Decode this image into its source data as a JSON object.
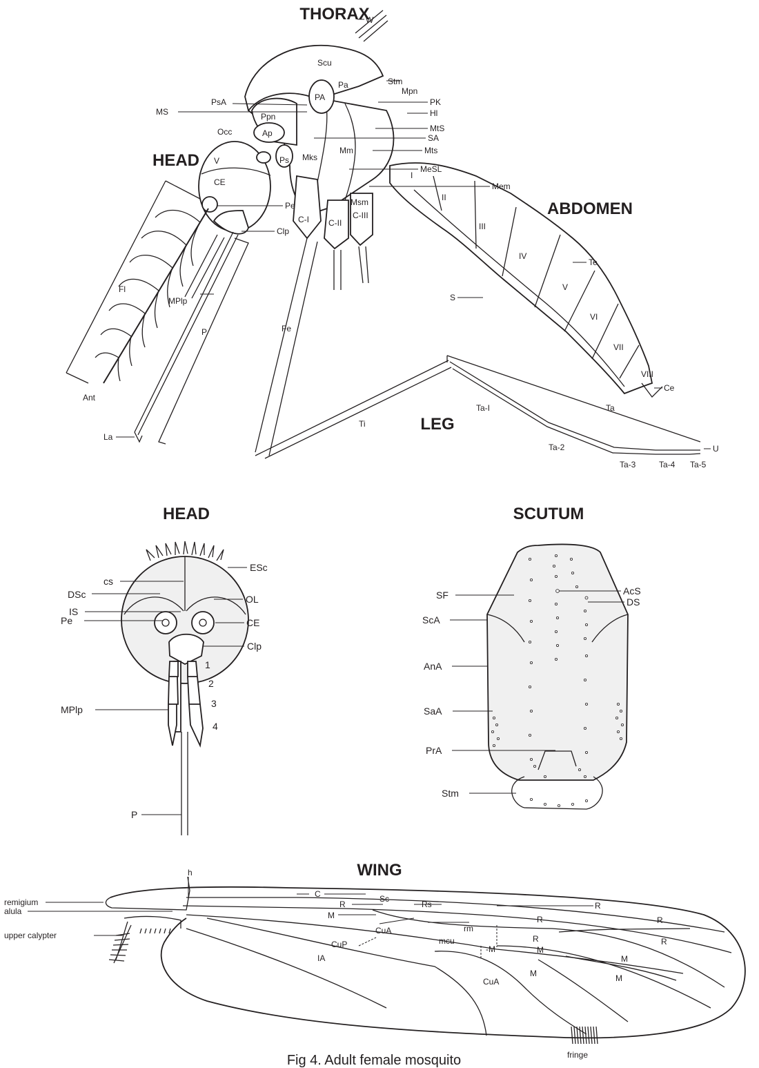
{
  "sections": {
    "thorax": "THORAX",
    "head_lateral": "HEAD",
    "abdomen": "ABDOMEN",
    "leg": "LEG",
    "head_front": "HEAD",
    "scutum": "SCUTUM",
    "wing": "WING"
  },
  "caption": "Fig 4. Adult female mosquito",
  "lateral_labels": {
    "W": "W",
    "Scu": "Scu",
    "Stm": "Stm",
    "Mpn": "Mpn",
    "Pa": "Pa",
    "PsA": "PsA",
    "PK": "PK",
    "MS": "MS",
    "Hl": "Hl",
    "Ppn": "Ppn",
    "PA": "PA",
    "MtS": "MtS",
    "Occ": "Occ",
    "Ap": "Ap",
    "SA": "SA",
    "Mts": "Mts",
    "V": "V",
    "Mm": "Mm",
    "Mks": "Mks",
    "MeSL": "MeSL",
    "CE": "CE",
    "Ps": "Ps",
    "I": "I",
    "Mem": "Mem",
    "Pe": "Pe",
    "II": "II",
    "C-I": "C-I",
    "C-II": "C-II",
    "C-III": "C-III",
    "Msm": "Msm",
    "III": "III",
    "Clp": "Clp",
    "IV": "IV",
    "Te": "Te",
    "Fl": "Fl",
    "V_seg": "V",
    "S": "S",
    "VI": "VI",
    "MPlp": "MPlp",
    "Fe": "Fe",
    "P": "P",
    "VII": "VII",
    "VIII": "VIII",
    "Ce": "Ce",
    "Ant": "Ant",
    "Ta-1": "Ta-I",
    "Ta": "Ta",
    "Ti": "Ti",
    "La": "La",
    "Ta-2": "Ta-2",
    "U": "U",
    "Ta-3": "Ta-3",
    "Ta-4": "Ta-4",
    "Ta-5": "Ta-5"
  },
  "head_labels": {
    "ESc": "ESc",
    "cs": "cs",
    "DSc": "DSc",
    "OL": "OL",
    "IS": "IS",
    "CE": "CE",
    "Pe": "Pe",
    "Clp": "Clp",
    "n1": "1",
    "n2": "2",
    "MPlp": "MPlp",
    "n3": "3",
    "n4": "4",
    "P": "P"
  },
  "scutum_labels": {
    "SF": "SF",
    "AcS": "AcS",
    "DS": "DS",
    "ScA": "ScA",
    "AnA": "AnA",
    "SaA": "SaA",
    "PrA": "PrA",
    "Stm": "Stm"
  },
  "wing_labels": {
    "h": "h",
    "remigium": "remigium",
    "C": "C",
    "Sc": "Sc",
    "R1": "R",
    "alula": "alula",
    "R": "R",
    "Rs": "Rs",
    "M": "M",
    "R23": "R",
    "upper_calypter": "upper calypter",
    "rm": "rm",
    "R2": "R",
    "CuA_top": "CuA",
    "R45": "R",
    "R3": "R",
    "CuP": "CuP",
    "mcu": "mcu",
    "M34a": "-M",
    "M12": "M",
    "IA": "IA",
    "M1": "M",
    "M34": "M",
    "M2": "M",
    "CuA": "CuA",
    "fringe": "fringe"
  }
}
